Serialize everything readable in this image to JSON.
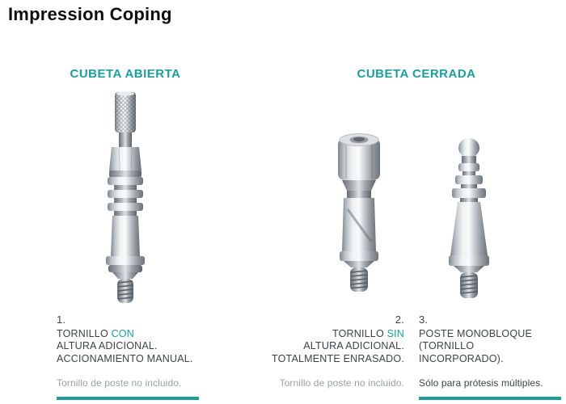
{
  "page": {
    "title": "Impression Coping"
  },
  "sections": {
    "open": {
      "header": "CUBETA ABIERTA"
    },
    "closed": {
      "header": "CUBETA CERRADA"
    }
  },
  "items": [
    {
      "number": "1.",
      "line1_prefix": "TORNILLO ",
      "line1_highlight": "CON",
      "line2": "ALTURA ADICIONAL.",
      "line3": "ACCIONAMIENTO MANUAL.",
      "note": "Tornillo de poste no incluido."
    },
    {
      "number": "2.",
      "line1_prefix": "TORNILLO ",
      "line1_highlight": "SIN",
      "line2": "ALTURA ADICIONAL.",
      "line3": "TOTALMENTE ENRASADO.",
      "note": "Tornillo de poste no incluido."
    },
    {
      "number": "3.",
      "line1": "POSTE MONOBLOQUE",
      "line2": "(TORNILLO INCORPORADO).",
      "note": "Sólo para prótesis múltiples."
    }
  ],
  "images": [
    {
      "name": "open-tray-coping"
    },
    {
      "name": "closed-tray-coping"
    },
    {
      "name": "monobloc-post"
    }
  ],
  "colors": {
    "accent": "#1d9d9e",
    "text": "#3e4246",
    "muted": "#9aa1a6"
  }
}
